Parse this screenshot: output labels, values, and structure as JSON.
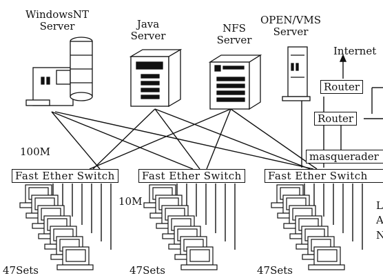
{
  "servers": [
    {
      "line1": "WindowsNT",
      "line2": "Server"
    },
    {
      "line1": "Java",
      "line2": "Server"
    },
    {
      "line1": "NFS",
      "line2": "Server"
    },
    {
      "line1": "OPEN/VMS",
      "line2": "Server"
    }
  ],
  "internet_label": "Internet",
  "router_top": "Router",
  "router_bottom": "Router",
  "masquerade": "masquerader",
  "link_100m": "100M",
  "link_10m": "10M",
  "switches": [
    "Fast Ether Switch",
    "Fast Ether Switch",
    "Fast Ether Switch"
  ],
  "lan_letters": [
    "L",
    "A",
    "N"
  ],
  "sets": [
    "47Sets",
    "47Sets",
    "47Sets"
  ],
  "colors": {
    "ink": "#111111",
    "paper": "#ffffff"
  }
}
